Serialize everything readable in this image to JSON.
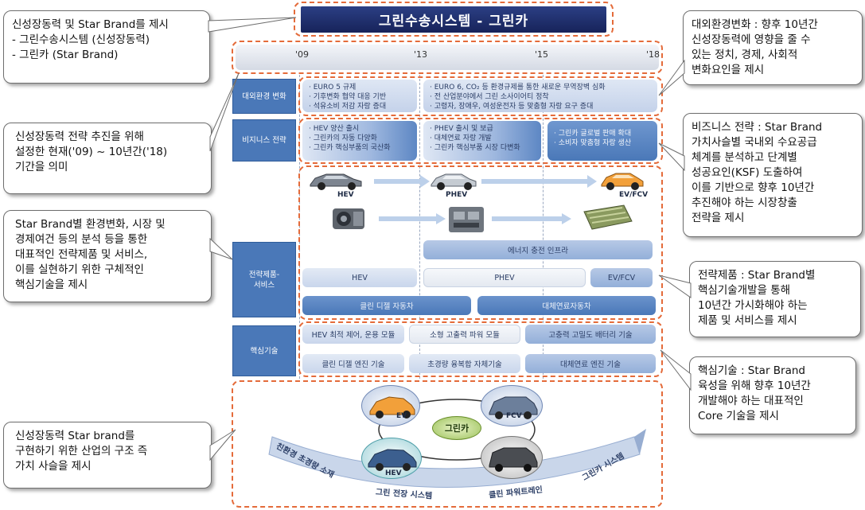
{
  "title": "그린수송시스템 - 그린카",
  "timeline": {
    "years": [
      "'09",
      "'13",
      "'15",
      "'18"
    ]
  },
  "rows": {
    "env": "대외환경 변화",
    "biz": "비지니스 전략",
    "prod": "전략제품-서비스",
    "core": "핵심기술"
  },
  "env_items": {
    "a": [
      "· EURO 5 규제",
      "· 기후변화 협약 대응 기반",
      "· 석유소비 저감 자랑 증대"
    ],
    "b": [
      "· EURO 6, CO₂ 등 환경규제를 통한 새로운 무역장벽 심화",
      "· 전 산업분야에서 그린 소사이어티 정착",
      "· 고령자, 장애우, 여성운전자 등 맞춤형 자랑 요구 증대"
    ]
  },
  "biz_items": {
    "a": [
      "· HEV 양산 출시",
      "· 그린카의 자동 다양화",
      "· 그린카 핵심부품의 국산화"
    ],
    "b": [
      "· PHEV 출시 및 보급",
      "· 대체연료 자랑 개발",
      "· 그린카 핵심부품 시장 다변화"
    ],
    "c": [
      "· 그린카 글로벌 판매 확대",
      "· 소비자 맞춤형 자랑 생산"
    ]
  },
  "products": {
    "car_labels": [
      "HEV",
      "PHEV",
      "EV/FCV"
    ],
    "infra": "에너지 충전 인프라",
    "bars": [
      "HEV",
      "PHEV",
      "EV/FCV"
    ],
    "diesel": "클린 디젤 자동차",
    "altfuel": "대체연료자동차"
  },
  "core_tech": {
    "r1": [
      "HEV 최적 제어, 운용 모듈",
      "소형 고출력 파워 모듈",
      "고충력 고밀도 배터리 기술"
    ],
    "r2": [
      "클린 디젤 엔진 기술",
      "초경량 융복합 자체기술",
      "대체연료 엔진 기술"
    ]
  },
  "value_chain": {
    "center": "그린카",
    "cars": [
      "EV",
      "FCV",
      "HEV"
    ],
    "arrows": [
      "친환경 초경량 소재",
      "그린 전장 시스템",
      "클린 파워트레인",
      "그린카 시스템"
    ]
  },
  "callouts": {
    "top_left": [
      "신성장동력 및 Star Brand를 제시",
      "- 그린수송시스템 (신성장동력)",
      "- 그린카 (Star Brand)"
    ],
    "mid_left": [
      "신성장동력 전략 추진을 위해",
      "설정한 현재('09) ~ 10년간('18)",
      "기간을 의미"
    ],
    "prod_left": [
      "Star Brand별 환경변화, 시장 및",
      "경제여건 등의 분석 등을 통한",
      "대표적인 전략제품 및 서비스,",
      "이를 실현하기 위한 구체적인",
      "핵심기술을 제시"
    ],
    "bottom_left": [
      "신성장동력 Star brand를",
      "구현하기 위한 산업의 구조 즉",
      "가치 사슬을 제시"
    ],
    "top_right": [
      "대외환경변화 : 향후 10년간",
      "신성장동력에 영향을 줄 수",
      "있는 정치, 경제, 사회적",
      "변화요인을 제시"
    ],
    "biz_right": [
      "비즈니스 전략 :  Star Brand",
      "가치사슬별 국내외 수요공급",
      "체계를 분석하고 단계별",
      "성공요인(KSF) 도출하여",
      "이를 기반으로 향후 10년간",
      "추진해야 하는 시장창출",
      "전략을 제시"
    ],
    "prod_right": [
      "전략제품 : Star Brand별",
      "핵심기술개발을 통해",
      "10년간 가시화해야 하는",
      "제품 및 서비스를 제시"
    ],
    "core_right": [
      "핵심기술 : Star Brand",
      "육성을 위해 향후 10년간",
      "개발해야 하는 대표적인",
      "Core 기술을 제시"
    ]
  },
  "colors": {
    "accent_orange": "#e46b3a",
    "row_blue": "#4a78b8",
    "title_navy": "#1f2f6b"
  }
}
